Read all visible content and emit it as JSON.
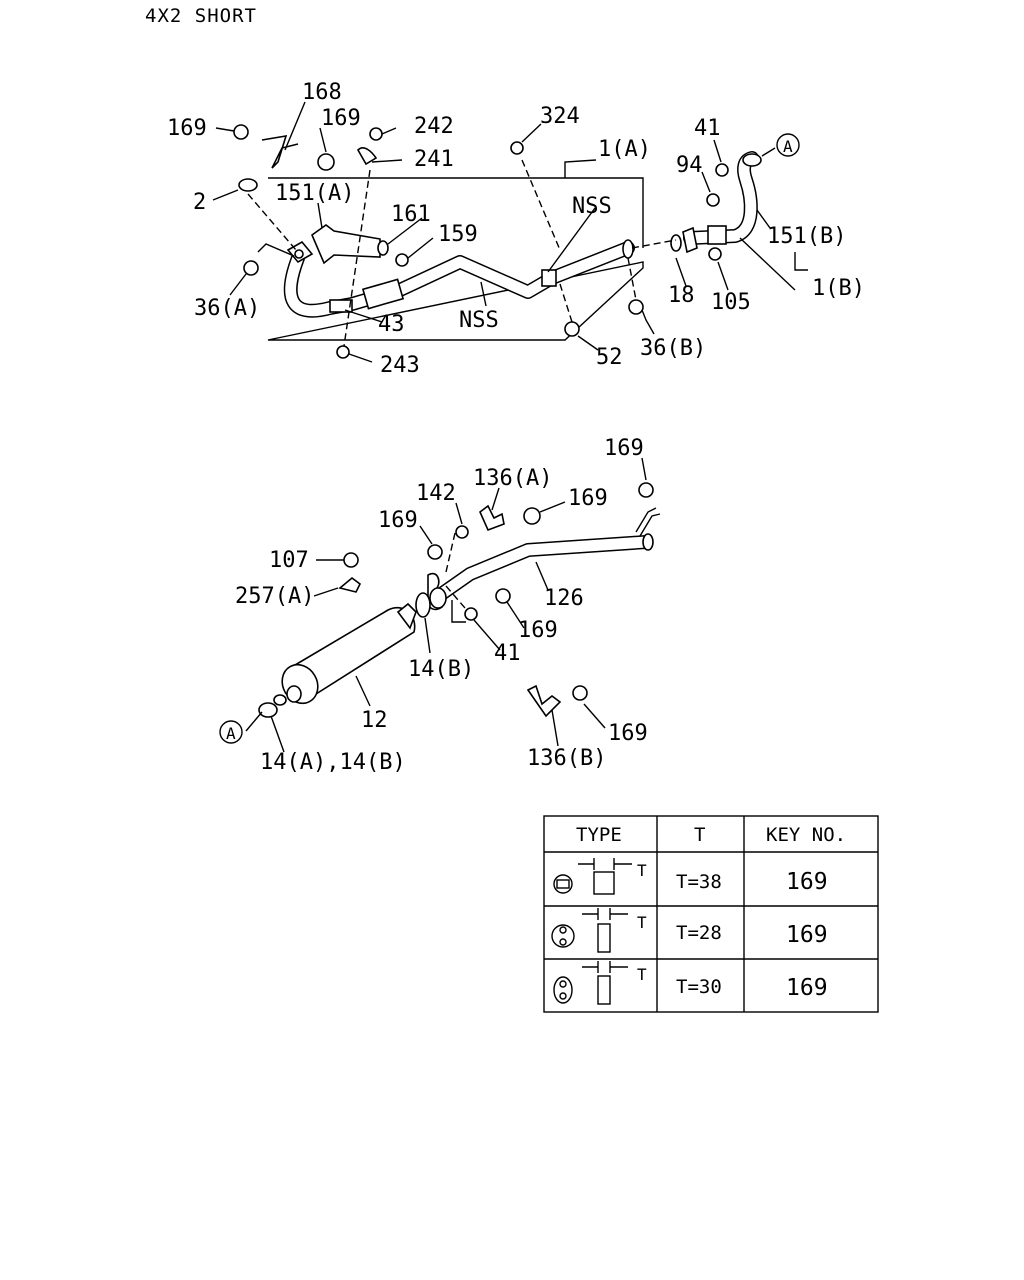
{
  "title": "4X2 SHORT",
  "labels": {
    "l168": "168",
    "l169a": "169",
    "l169b": "169",
    "l242": "242",
    "l241": "241",
    "l324": "324",
    "l1a": "1(A)",
    "l41a": "41",
    "l94": "94",
    "circA1": "A",
    "l2": "2",
    "l151a": "151(A)",
    "l161": "161",
    "l159": "159",
    "lnss1": "NSS",
    "l151b": "151(B)",
    "l36a": "36(A)",
    "l43": "43",
    "lnss2": "NSS",
    "l18": "18",
    "l105": "105",
    "l1b": "1(B)",
    "l52": "52",
    "l36b": "36(B)",
    "l243": "243",
    "l169c": "169",
    "l142": "142",
    "l136a": "136(A)",
    "l169d": "169",
    "l169e": "169",
    "l107": "107",
    "l257a": "257(A)",
    "l126": "126",
    "l169f": "169",
    "l41b": "41",
    "l14b": "14(B)",
    "l12": "12",
    "circA2": "A",
    "l14ab": "14(A),14(B)",
    "l136b": "136(B)",
    "l169g": "169"
  },
  "table": {
    "headers": [
      "TYPE",
      "T",
      "KEY NO."
    ],
    "t_marker": "T",
    "rows": [
      {
        "t": "T=38",
        "key": "169"
      },
      {
        "t": "T=28",
        "key": "169"
      },
      {
        "t": "T=30",
        "key": "169"
      }
    ]
  }
}
